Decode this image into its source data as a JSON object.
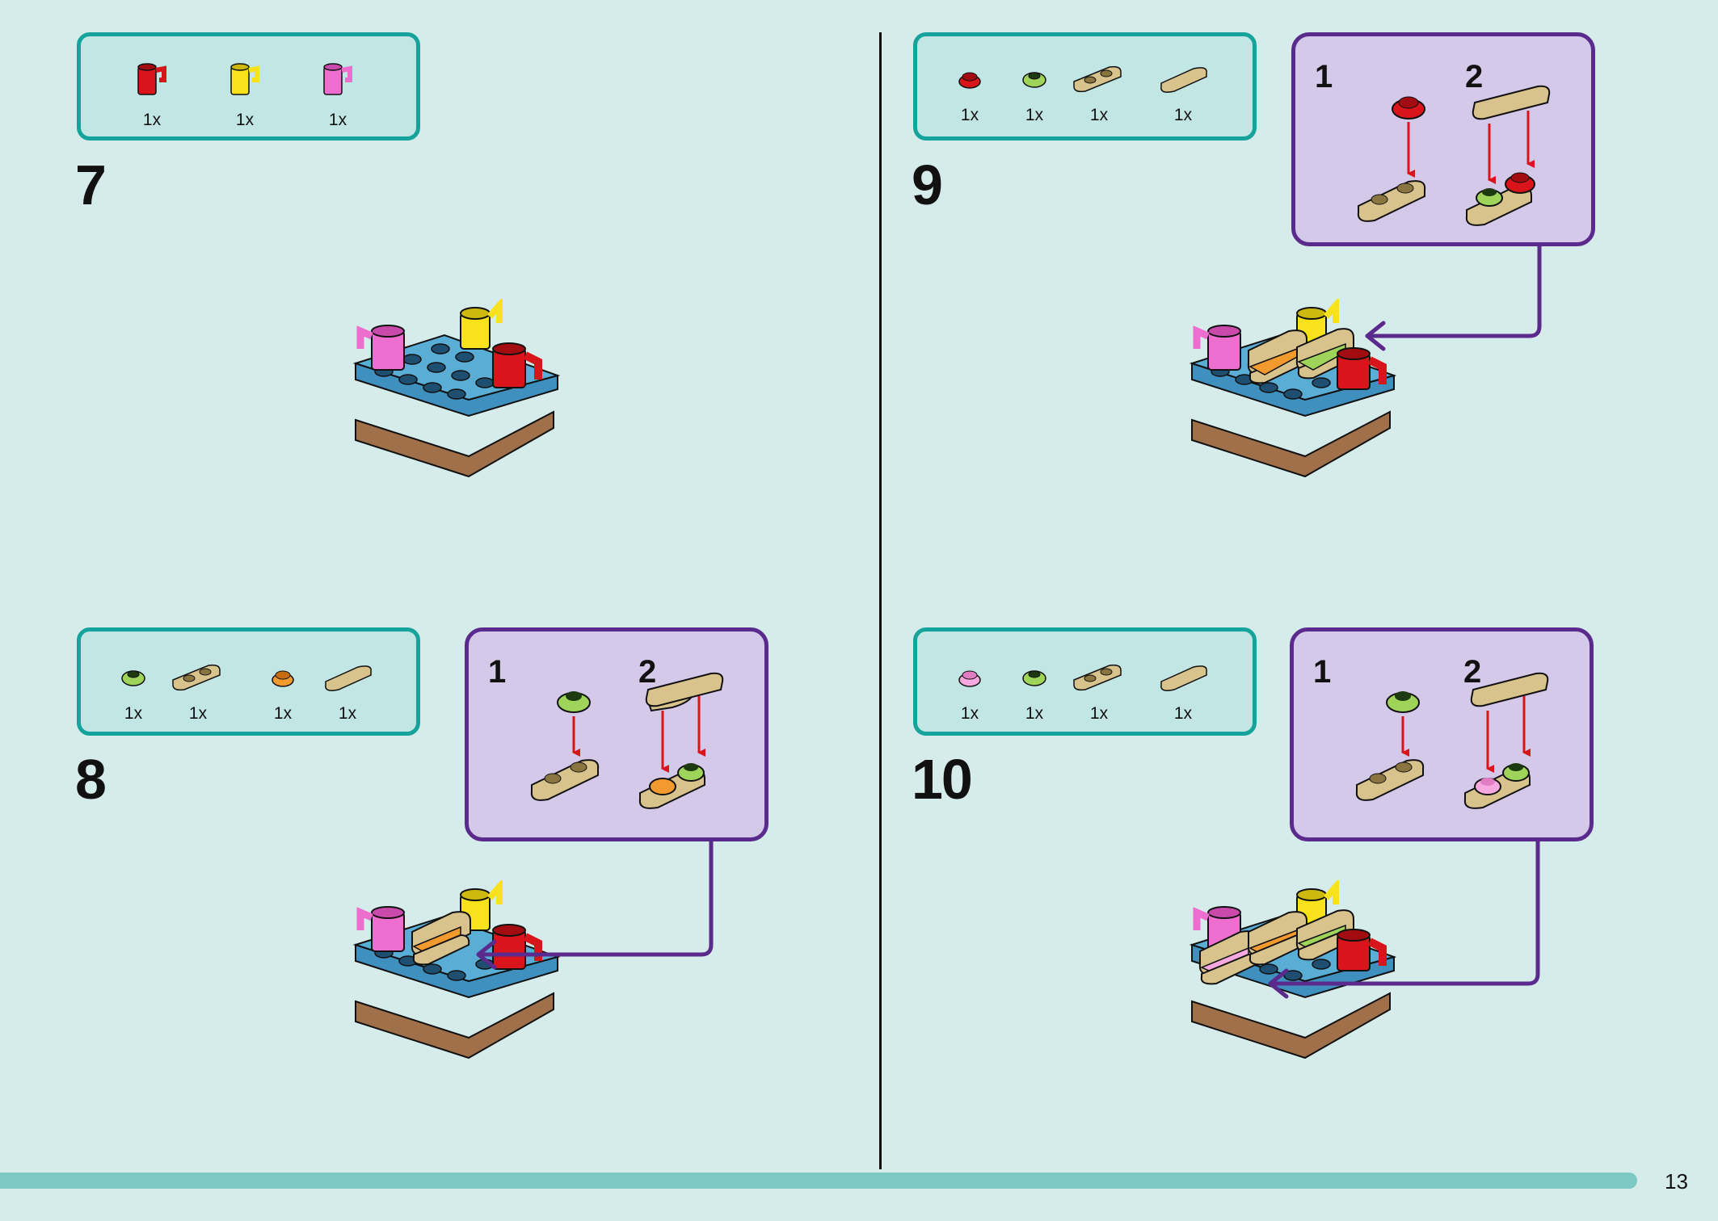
{
  "page": {
    "number": "13"
  },
  "steps": [
    {
      "number": "7",
      "parts": [
        {
          "qty": "1x",
          "icon": "red-cup-icon"
        },
        {
          "qty": "1x",
          "icon": "yellow-cup-icon"
        },
        {
          "qty": "1x",
          "icon": "pink-cup-icon"
        }
      ]
    },
    {
      "number": "8",
      "parts": [
        {
          "qty": "1x",
          "icon": "lime-flower-icon"
        },
        {
          "qty": "1x",
          "icon": "tan-plate-1x2-icon"
        },
        {
          "qty": "1x",
          "icon": "orange-round-icon"
        },
        {
          "qty": "1x",
          "icon": "tan-bun-icon"
        }
      ],
      "substeps": [
        "1",
        "2"
      ]
    },
    {
      "number": "9",
      "parts": [
        {
          "qty": "1x",
          "icon": "red-round-icon"
        },
        {
          "qty": "1x",
          "icon": "lime-flower-icon"
        },
        {
          "qty": "1x",
          "icon": "tan-plate-1x2-icon"
        },
        {
          "qty": "1x",
          "icon": "tan-bun-icon"
        }
      ],
      "substeps": [
        "1",
        "2"
      ]
    },
    {
      "number": "10",
      "parts": [
        {
          "qty": "1x",
          "icon": "pink-round-icon"
        },
        {
          "qty": "1x",
          "icon": "lime-flower-icon"
        },
        {
          "qty": "1x",
          "icon": "tan-plate-1x2-icon"
        },
        {
          "qty": "1x",
          "icon": "tan-bun-icon"
        }
      ],
      "substeps": [
        "1",
        "2"
      ]
    }
  ],
  "colors": {
    "background": "#d6ecea",
    "parts_border": "#16a39c",
    "parts_fill": "#c1e6e3",
    "callout_border": "#5a2a8c",
    "callout_fill": "#d5c9ea",
    "red": "#d9141b",
    "yellow": "#f7e21b",
    "pink": "#ee6ed0",
    "lime": "#9ed45a",
    "tan": "#d9c38c",
    "orange": "#f29a2e",
    "blue": "#5aaed6",
    "brown": "#a0704a"
  }
}
